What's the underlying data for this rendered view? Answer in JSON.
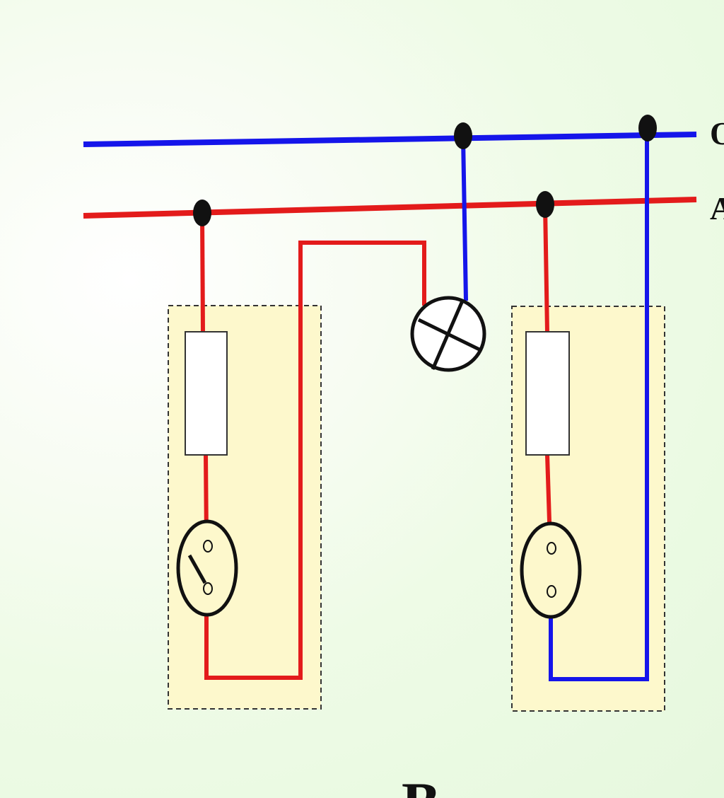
{
  "lines": {
    "neutral_label": "O",
    "phase_label": "A"
  },
  "caption": "B",
  "colors": {
    "neutral": "#1515ea",
    "phase": "#e31b1b",
    "panel_fill": "#fdf8cc",
    "panel_border": "#333333",
    "symbol": "#111111"
  }
}
